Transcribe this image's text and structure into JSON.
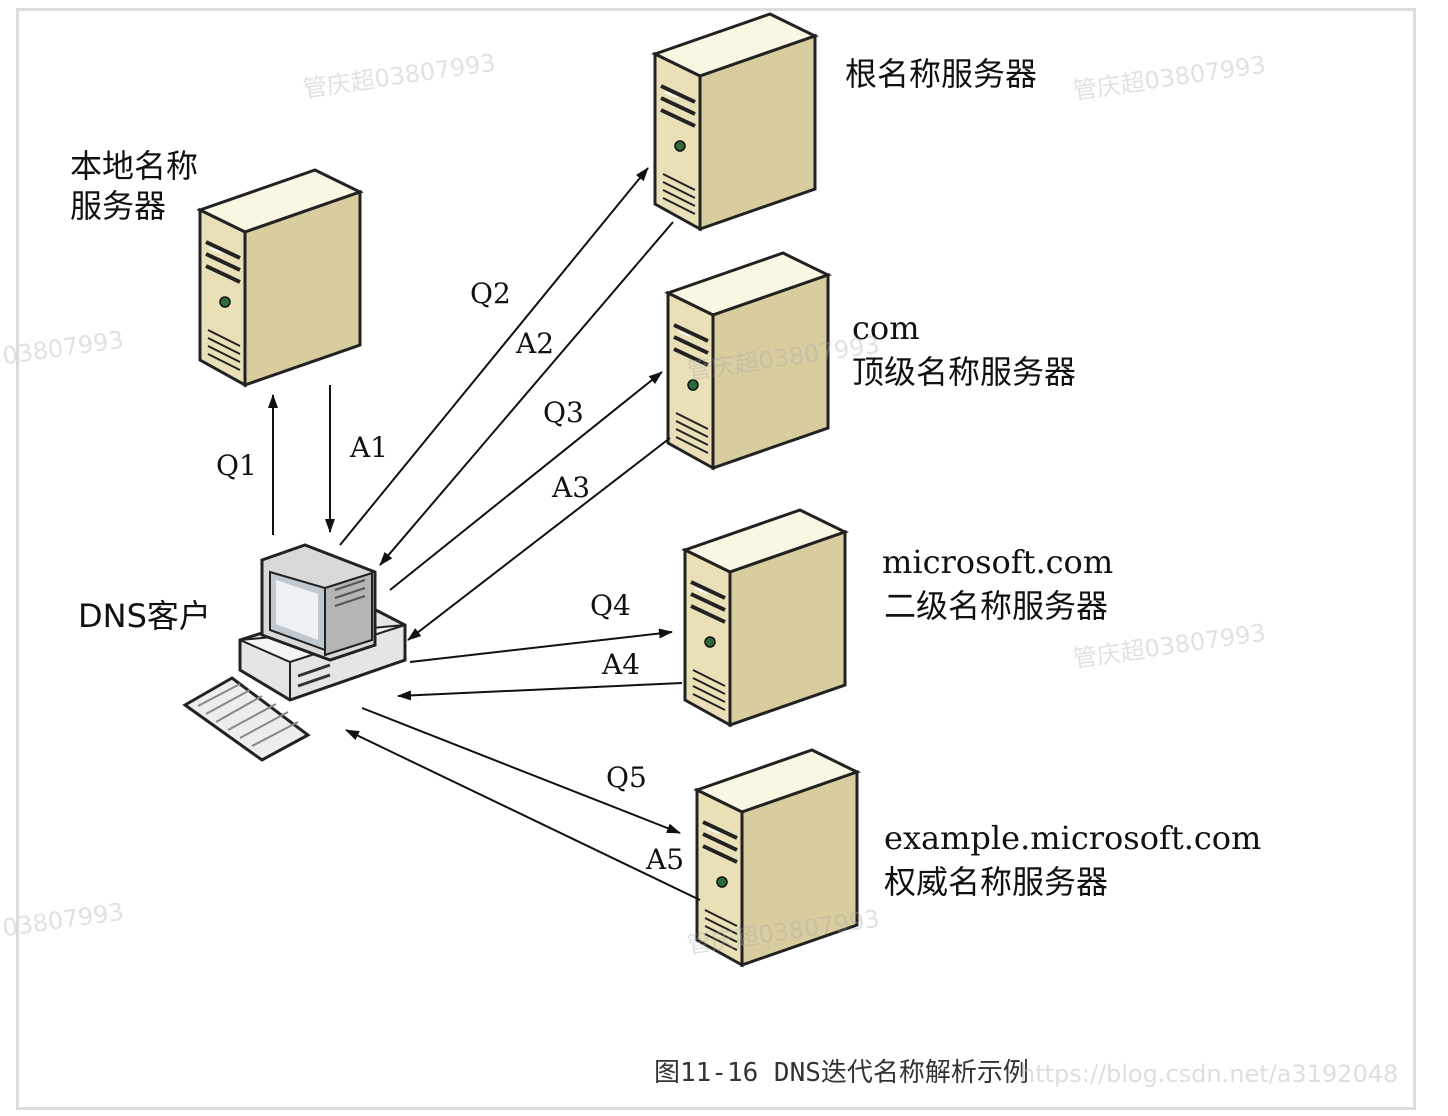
{
  "labels": {
    "local_server": "本地名称\n服务器",
    "root_server": "根名称服务器",
    "com_domain": "com",
    "com_server": "顶级名称服务器",
    "microsoft_domain": "microsoft.com",
    "microsoft_server": "二级名称服务器",
    "example_domain": "example.microsoft.com",
    "example_server": "权威名称服务器",
    "client": "DNS客户"
  },
  "arrows": {
    "q1": "Q1",
    "a1": "A1",
    "q2": "Q2",
    "a2": "A2",
    "q3": "Q3",
    "a3": "A3",
    "q4": "Q4",
    "a4": "A4",
    "q5": "Q5",
    "a5": "A5"
  },
  "caption": "图11-16 DNS迭代名称解析示例",
  "watermarks": {
    "user": "管庆超03807993",
    "partial": "03807993",
    "url": "https://blog.csdn.net/a3192048"
  },
  "colors": {
    "server_front": "#f2ebcc",
    "server_side": "#c9bf93",
    "server_top": "#faf6e4",
    "outline": "#222222"
  }
}
